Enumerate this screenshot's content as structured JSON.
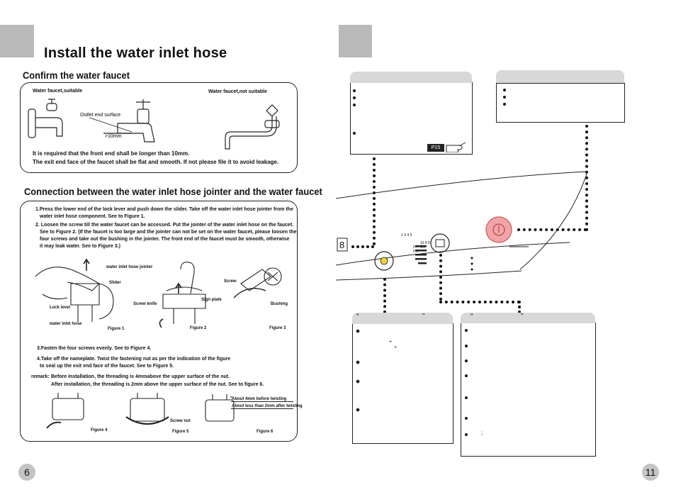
{
  "left_page": {
    "title": "Install the water inlet hose",
    "section1": {
      "heading": "Confirm the water faucet",
      "label_suitable": "Water faucet,suitable",
      "label_not_suitable": "Water faucet,not suitable",
      "label_outlet": "Outlet end surface",
      "label_10mm": ">10mm",
      "note1": "It is required that the front end shall be longer than 10mm.",
      "note2": "The exit end face of the faucet shall be flat and smooth. If not please file it to avoid leakage."
    },
    "section2": {
      "heading": "Connection between the water inlet hose jointer and the water faucet",
      "step1_l1": "1.Press the lower end of the lock lever and push down the slider. Take off the water inlet hose jointer from the",
      "step1_l2": "water inlet hose component. See to Figure 1.",
      "step2_l1": "2. Loosen the screw till the water faucet can be accessed. Put the jointer of the water inlet hose on the faucet.",
      "step2_l2": "See to Figure 2. (If the faucet is too large and the jointer can not be set on the water faucet, please loosen the",
      "step2_l3": "four screws and take out the bushing in the jointer. The front end of the faucet must be smooth, otherwise",
      "step2_l4": "it may leak water. See to Figure 3.)",
      "fig1_jointer": "water inlet hose jointer",
      "fig1_slider": "Slider",
      "fig1_lock": "Lock level",
      "fig1_hose": "water inlet hose",
      "fig1": "Figure 1",
      "fig2_knife": "Screw knife",
      "fig2_plate": "Sign plate",
      "fig2": "Figure 2",
      "fig3_screw": "Screw",
      "fig3_bushing": "Bushing",
      "fig3": "Figure 3",
      "step3": "3.Fasten the four screws evenly. See to Figure 4.",
      "step4_l1": "4.Take off the nameplate. Twist the fastening nut as per the indication of the figure",
      "step4_l2": "to seal up the exit end face of the faucet. See to Figure 5.",
      "remark_label": "remark:",
      "remark_l1": "Before installation, the threading is 4mmabove the upper surface of the nut.",
      "remark_l2": "After installation, the threading is 2mm above the upper surface of the nut. See to figure 6.",
      "fig6_before": "About 4mm before twisting",
      "fig6_after": "About less than 2mm after twisting",
      "fig4": "Figure 4",
      "fig5_nut": "Screw nut",
      "fig5": "Figure 5",
      "fig6": "Figure 6"
    },
    "page_number": "6"
  },
  "right_page": {
    "p15_tag": "P15",
    "panel_digit": "8",
    "scale_top": "1 3 4 5",
    "scale_right": "10 8 6 4 2",
    "scale_left": "0 7 5 3",
    "quote_open": "“",
    "quote_close": "”",
    "plus": "+",
    "colon": ";",
    "page_number": "11"
  }
}
